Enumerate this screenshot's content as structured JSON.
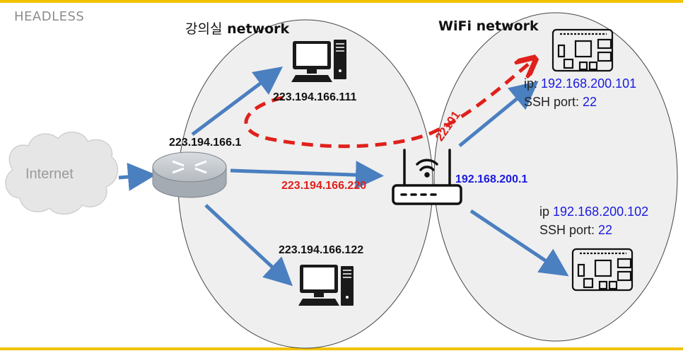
{
  "header": {
    "title": "HEADLESS"
  },
  "networks": {
    "classroom": {
      "label_ko": "강의실",
      "label_en": "network"
    },
    "wifi": {
      "label": "WiFi network"
    }
  },
  "internet": {
    "label": "Internet"
  },
  "router_ip": "223.194.166.1",
  "pc_top_ip": "223.194.166.111",
  "pc_bottom_ip": "223.194.166.122",
  "ap_wan_ip": "223.194.166.220",
  "ap_lan_ip": "192.168.200.1",
  "port_forward": "22101",
  "pi1": {
    "ip_label": "ip:",
    "ip": "192.168.200.101",
    "ssh_label": "SSH port:",
    "ssh_port": "22"
  },
  "pi2": {
    "ip_label": "ip",
    "ip": "192.168.200.102",
    "ssh_label": "SSH port:",
    "ssh_port": "22"
  },
  "colors": {
    "accent_bar": "#f2c200",
    "arrow": "#4a7fc0",
    "red": "#e0201b",
    "blue": "#1a1ae0"
  }
}
